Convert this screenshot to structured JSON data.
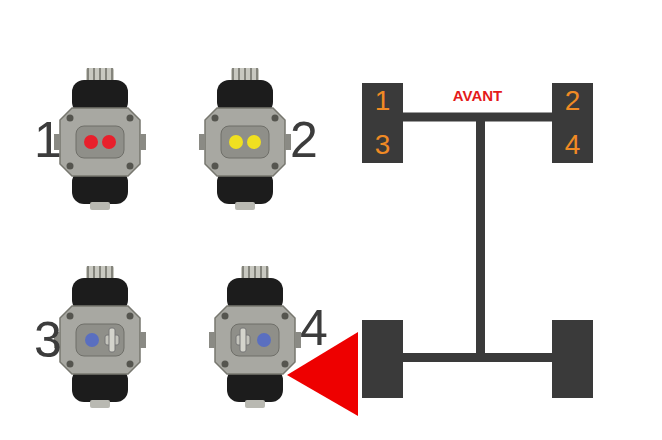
{
  "diagram": {
    "nodes": [
      {
        "text": [
          "1",
          "3"
        ]
      },
      {
        "text": [
          "2",
          "4"
        ]
      }
    ],
    "edges": [
      {
        "from": 0,
        "to": 1,
        "arrow": "none",
        "label": "AVANT"
      }
    ],
    "labels": [
      "1",
      "2",
      "3",
      "4"
    ]
  }
}
